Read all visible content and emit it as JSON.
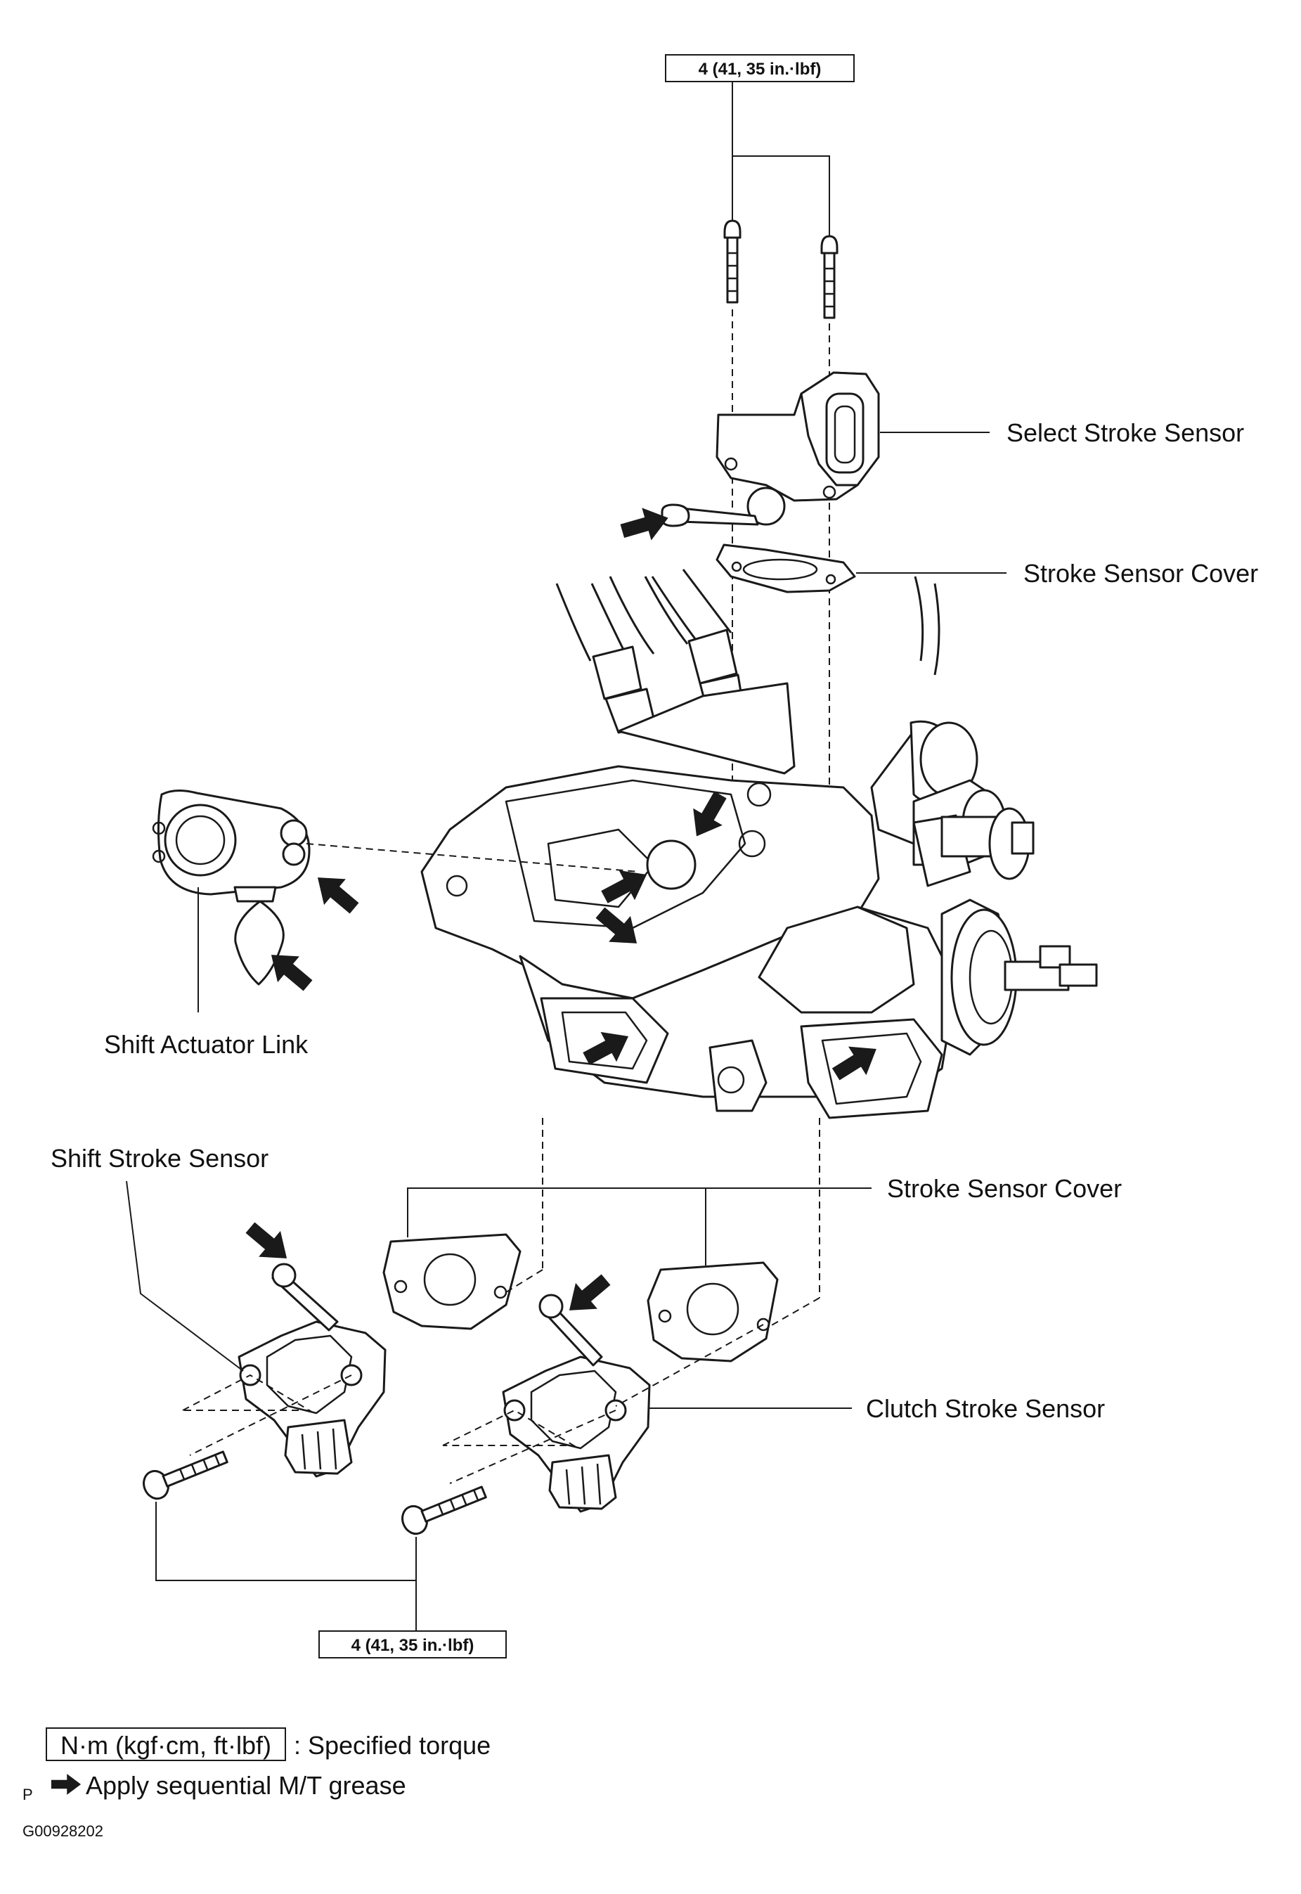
{
  "torque_top": "4 (41, 35 in.·lbf)",
  "torque_bottom": "4 (41, 35 in.·lbf)",
  "labels": {
    "select_stroke_sensor": "Select Stroke Sensor",
    "stroke_sensor_cover_top": "Stroke Sensor Cover",
    "shift_actuator_link": "Shift Actuator Link",
    "shift_stroke_sensor": "Shift Stroke Sensor",
    "stroke_sensor_cover_bottom": "Stroke Sensor Cover",
    "clutch_stroke_sensor": "Clutch Stroke Sensor"
  },
  "legend": {
    "torque_units": "N·m (kgf·cm, ft·lbf)",
    "torque_meaning": ": Specified torque",
    "grease_prefix": "P",
    "grease_meaning": "Apply sequential M/T grease"
  },
  "figure_code": "G00928202",
  "arrow_glyph": "arrow-icon"
}
